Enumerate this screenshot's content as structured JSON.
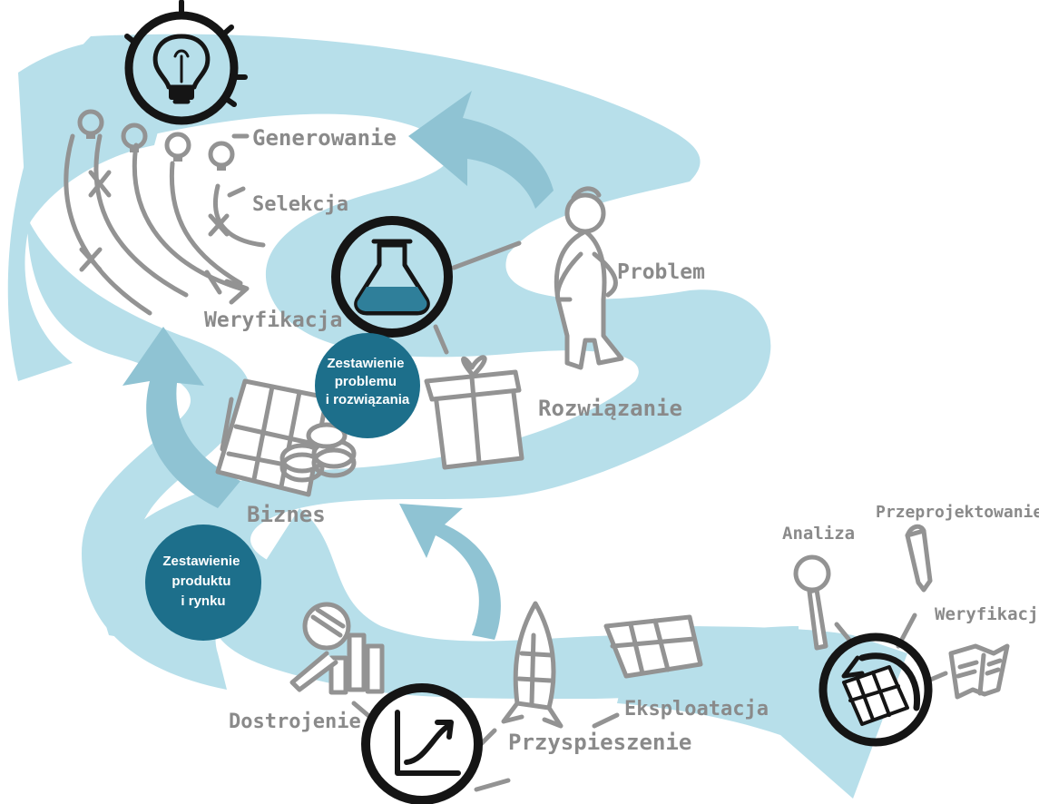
{
  "stages": {
    "generowanie": "Generowanie",
    "selekcja": "Selekcja",
    "weryfikacja_top": "Weryfikacja",
    "problem": "Problem",
    "rozwiazanie": "Rozwiązanie",
    "biznes": "Biznes",
    "dostrojenie": "Dostrojenie",
    "przyspieszenie": "Przyspieszenie",
    "eksploatacja": "Eksploatacja",
    "analiza": "Analiza",
    "przeprojektowanie": "Przeprojektowanie",
    "weryfikacja_right": "Weryfikacja"
  },
  "badges": {
    "problem_solution": [
      "Zestawienie",
      "problemu",
      "i rozwiązania"
    ],
    "product_market": [
      "Zestawienie",
      "produktu",
      "i rynku"
    ]
  },
  "colors": {
    "river": "#b7dfea",
    "arrow": "#8fc3d3",
    "badge": "#1d6f8b",
    "label": "#8a8a8a",
    "icon_gray": "#939393",
    "ink": "#151515"
  },
  "icons": [
    "lightbulb-icon",
    "flask-icon",
    "person-icon",
    "gift-icon",
    "business-canvas-icon",
    "coins-icon",
    "magnifier-icon",
    "growth-chart-icon",
    "rocket-icon",
    "cycle-icon",
    "pen-icon",
    "book-icon"
  ]
}
